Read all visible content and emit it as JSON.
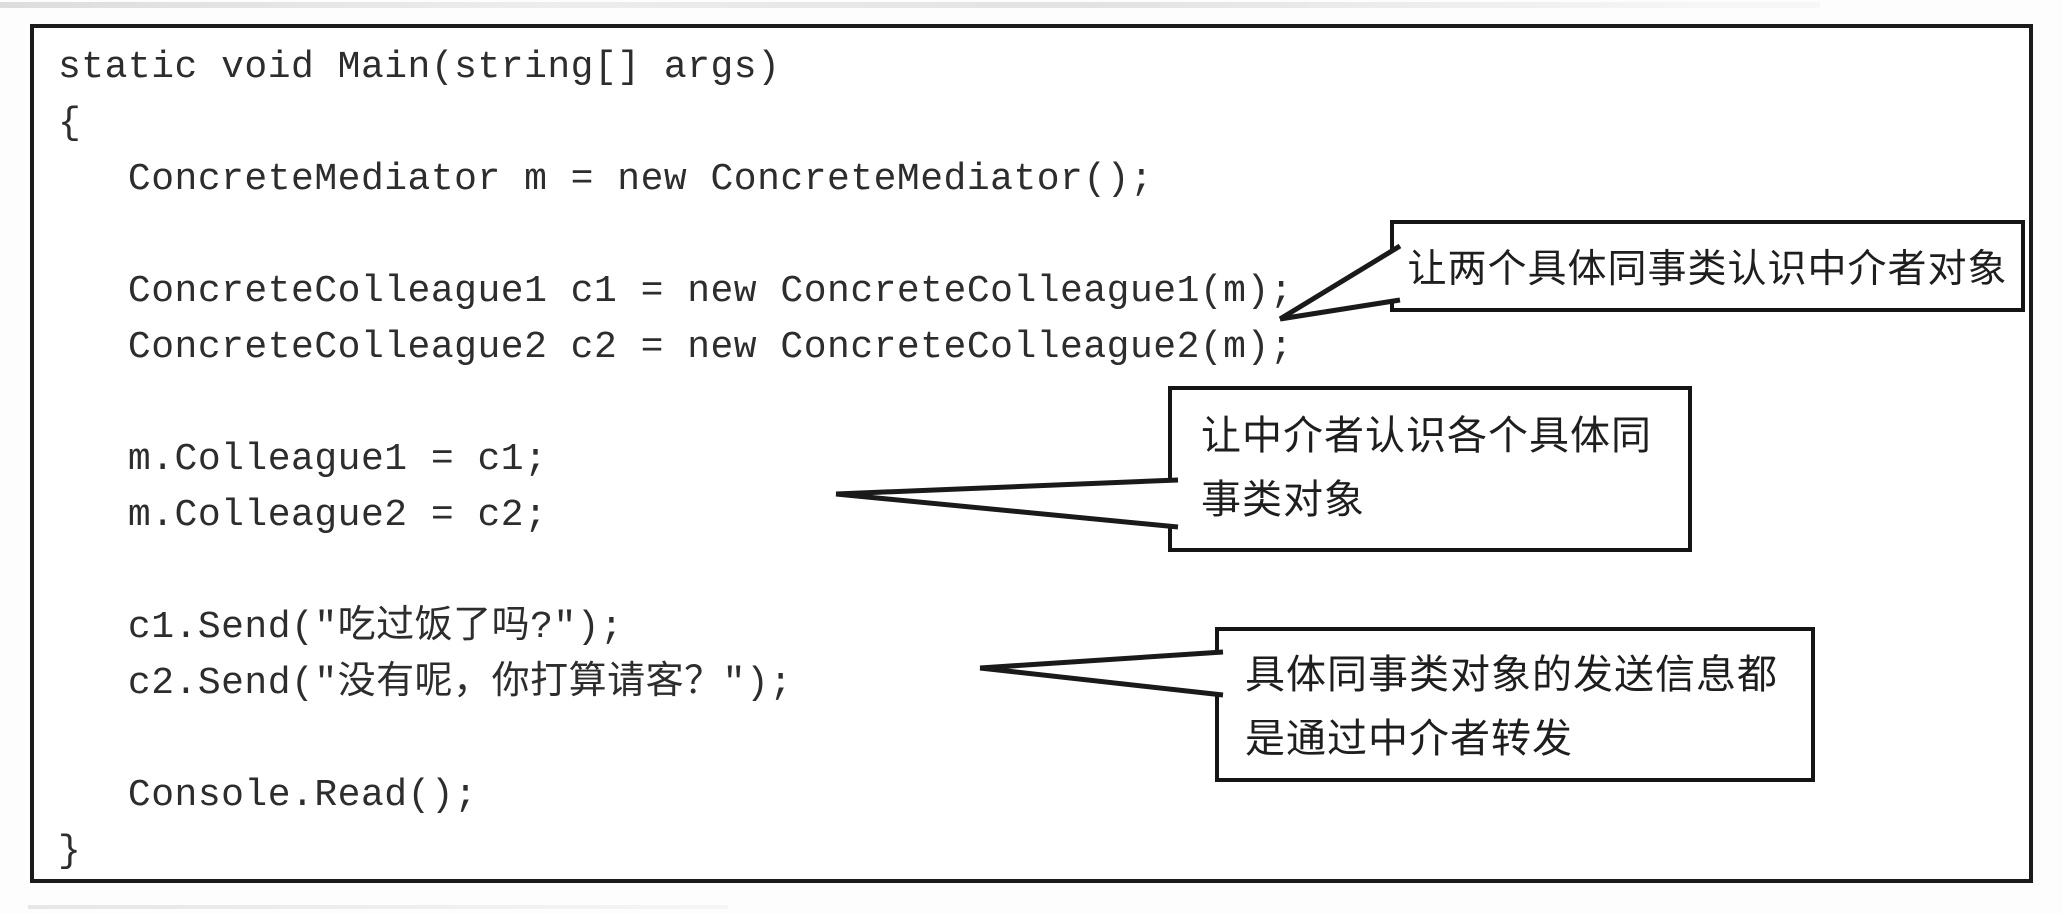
{
  "figure": {
    "kind": "annotated-code-listing",
    "language": "csharp",
    "paper_color": "#ffffff",
    "ink_color": "#1b1b1b",
    "code_text_color": "#2d2d2d"
  },
  "code": {
    "lines": [
      "static void Main(string[] args)",
      "{",
      "   ConcreteMediator m = new ConcreteMediator();",
      "",
      "   ConcreteColleague1 c1 = new ConcreteColleague1(m);",
      "   ConcreteColleague2 c2 = new ConcreteColleague2(m);",
      "",
      "   m.Colleague1 = c1;",
      "   m.Colleague2 = c2;",
      "",
      "   c1.Send(\"吃过饭了吗?\");",
      "   c2.Send(\"没有呢，你打算请客？\");",
      "",
      "   Console.Read();",
      "}"
    ]
  },
  "callouts": [
    {
      "id": "colleagues-know-mediator",
      "text": "让两个具体同事类认识中介者对象",
      "lines": [
        "让两个具体同事类认识中介者对象"
      ],
      "points_to": "ConcreteColleague1 / ConcreteColleague2 construction"
    },
    {
      "id": "mediator-knows-colleagues",
      "text": "让中介者认识各个具体同事类对象",
      "lines": [
        "让中介者认识各个具体同",
        "事类对象"
      ],
      "points_to": "m.Colleague1 / m.Colleague2 assignment"
    },
    {
      "id": "send-via-mediator",
      "text": "具体同事类对象的发送信息都是通过中介者转发",
      "lines": [
        "具体同事类对象的发送信息都",
        "是通过中介者转发"
      ],
      "points_to": "c1.Send / c2.Send calls"
    }
  ]
}
